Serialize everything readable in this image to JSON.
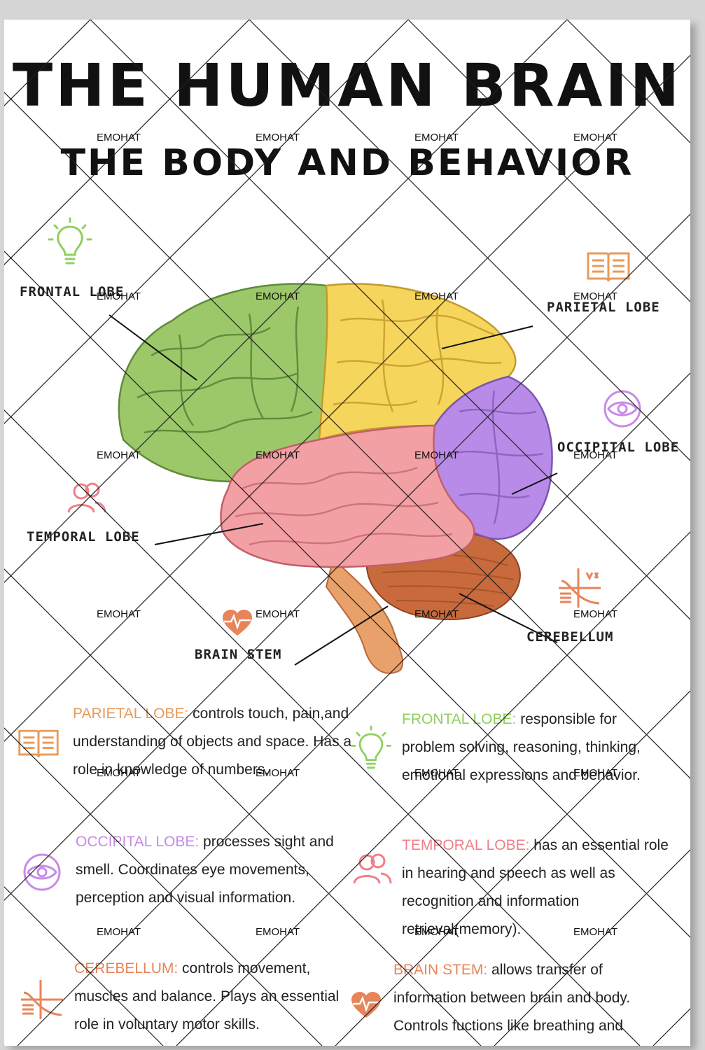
{
  "title": "THE HUMAN BRAIN",
  "subtitle": "THE BODY AND BEHAVIOR",
  "watermark": "EMOHAT",
  "colors": {
    "frontal": "#9dc86a",
    "parietal": "#f6d55c",
    "occipital": "#b98be8",
    "temporal": "#f3a0a5",
    "cerebellum": "#c86a3c",
    "brainstem": "#e8a16a",
    "frontal_text": "#8fcf5f",
    "parietal_text": "#e89a58",
    "occipital_text": "#c98ae8",
    "temporal_text": "#f07f88",
    "cerebellum_text": "#e8845a",
    "brainstem_text": "#e8845a"
  },
  "labels": {
    "frontal": "FRONTAL LOBE",
    "parietal": "PARIETAL LOBE",
    "occipital": "OCCIPITAL LOBE",
    "temporal": "TEMPORAL LOBE",
    "brainstem": "BRAIN STEM",
    "cerebellum": "CEREBELLUM"
  },
  "icons": {
    "frontal": "lightbulb-icon",
    "parietal": "open-book-icon",
    "occipital": "eye-icon",
    "temporal": "people-icon",
    "brainstem": "heartbeat-icon",
    "cerebellum": "math-graph-icon"
  },
  "descriptions": {
    "parietal": {
      "term": "PARIETAL LOBE:",
      "text": " controls touch, pain,and understanding of objects and space. Has a role in knowledge of numbers."
    },
    "frontal": {
      "term": "FRONTAL LOBE:",
      "text": " responsible for problem solving, reasoning, thinking, emotional expressions and behavior."
    },
    "occipital": {
      "term": "OCCIPITAL LOBE:",
      "text": " processes sight and smell. Coordinates eye movements, perception and visual information."
    },
    "temporal": {
      "term": "TEMPORAL LOBE:",
      "text": " has an essential role in hearing and speech as well as recognition and information retrieval(memory)."
    },
    "cerebellum": {
      "term": "CEREBELLUM:",
      "text": " controls movement, muscles and balance. Plays an essential role in voluntary motor skills."
    },
    "brainstem": {
      "term": "BRAIN STEM:",
      "text": " allows transfer of information between brain and body. Controls fuctions like breathing and circulation."
    }
  }
}
